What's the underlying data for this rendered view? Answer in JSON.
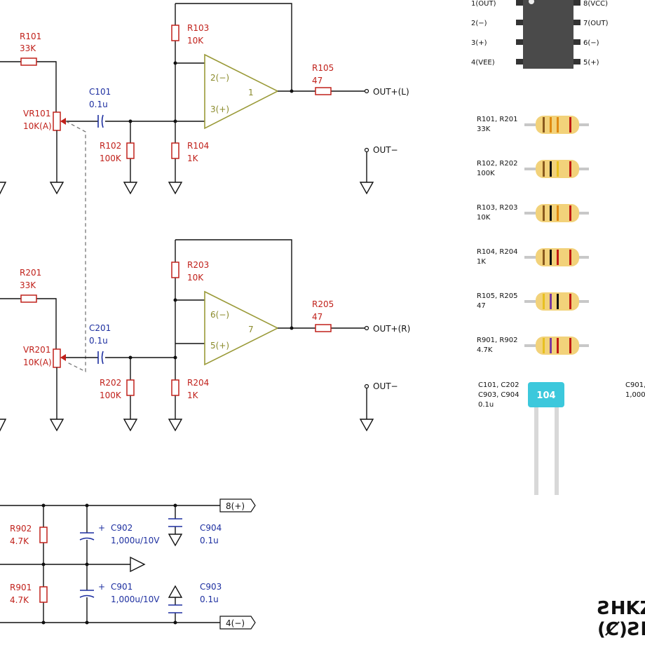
{
  "channel_l": {
    "r_in": {
      "name": "R101",
      "value": "33K"
    },
    "vr": {
      "name": "VR101",
      "value": "10K(A)"
    },
    "cap": {
      "name": "C101",
      "value": "0.1u"
    },
    "r_bias": {
      "name": "R102",
      "value": "100K"
    },
    "r_fb": {
      "name": "R103",
      "value": "10K"
    },
    "r_gnd": {
      "name": "R104",
      "value": "1K"
    },
    "r_out": {
      "name": "R105",
      "value": "47"
    },
    "opamp": {
      "inv": "2(−)",
      "noninv": "3(+)",
      "out": "1"
    },
    "out_label": "OUT+(L)",
    "gnd_label": "OUT−"
  },
  "channel_r": {
    "r_in": {
      "name": "R201",
      "value": "33K"
    },
    "vr": {
      "name": "VR201",
      "value": "10K(A)"
    },
    "cap": {
      "name": "C201",
      "value": "0.1u"
    },
    "r_bias": {
      "name": "R202",
      "value": "100K"
    },
    "r_fb": {
      "name": "R203",
      "value": "10K"
    },
    "r_gnd": {
      "name": "R204",
      "value": "1K"
    },
    "r_out": {
      "name": "R205",
      "value": "47"
    },
    "opamp": {
      "inv": "6(−)",
      "noninv": "5(+)",
      "out": "7"
    },
    "out_label": "OUT+(R)",
    "gnd_label": "OUT−"
  },
  "power": {
    "r_top": {
      "name": "R902",
      "value": "4.7K"
    },
    "r_bot": {
      "name": "R901",
      "value": "4.7K"
    },
    "c_top": {
      "name": "C902",
      "value": "1,000u/10V",
      "plus": "+"
    },
    "c_bot": {
      "name": "C901",
      "value": "1,000u/10V",
      "plus": "+"
    },
    "c_top2": {
      "name": "C904",
      "value": "0.1u"
    },
    "c_bot2": {
      "name": "C903",
      "value": "0.1u"
    },
    "vcc_port": "8(+)",
    "vee_port": "4(−)"
  },
  "ic_pinout": {
    "left": [
      "1(OUT)",
      "2(−)",
      "3(+)",
      "4(VEE)"
    ],
    "right": [
      "8(VCC)",
      "7(OUT)",
      "6(−)",
      "5(+)"
    ]
  },
  "parts": [
    {
      "line1": "R101, R201",
      "line2": "33K",
      "bands": [
        "#8a5a1e",
        "#e08a10",
        "#e08a10",
        "#c01a14"
      ]
    },
    {
      "line1": "R102, R202",
      "line2": "100K",
      "bands": [
        "#8a5a1e",
        "#111111",
        "#e8c020",
        "#c01a14"
      ]
    },
    {
      "line1": "R103, R203",
      "line2": "10K",
      "bands": [
        "#8a5a1e",
        "#111111",
        "#e08a10",
        "#c01a14"
      ]
    },
    {
      "line1": "R104, R204",
      "line2": "1K",
      "bands": [
        "#8a5a1e",
        "#111111",
        "#c01a14",
        "#c01a14"
      ]
    },
    {
      "line1": "R105, R205",
      "line2": "47",
      "bands": [
        "#e8c020",
        "#7a3aa0",
        "#111111",
        "#c01a14"
      ]
    },
    {
      "line1": "R901, R902",
      "line2": "4.7K",
      "bands": [
        "#e8c020",
        "#7a3aa0",
        "#c01a14",
        "#c01a14"
      ]
    }
  ],
  "cap_part": {
    "line1": "C101, C202",
    "line2": "C903, C904",
    "line3": "0.1u",
    "marking": "104"
  },
  "cap_part2": {
    "line1": "C901,",
    "line2": "1,000"
  },
  "brand": {
    "line1": "ƧHKZ",
    "line2": "(Ȼ)Ƨŀ"
  },
  "colors": {
    "component_red": "#c0201a",
    "cap_blue": "#1d2fa0",
    "opamp": "#9a9a38",
    "resistor_body": "#f2d27a",
    "cap_body": "#3cc8dc"
  }
}
